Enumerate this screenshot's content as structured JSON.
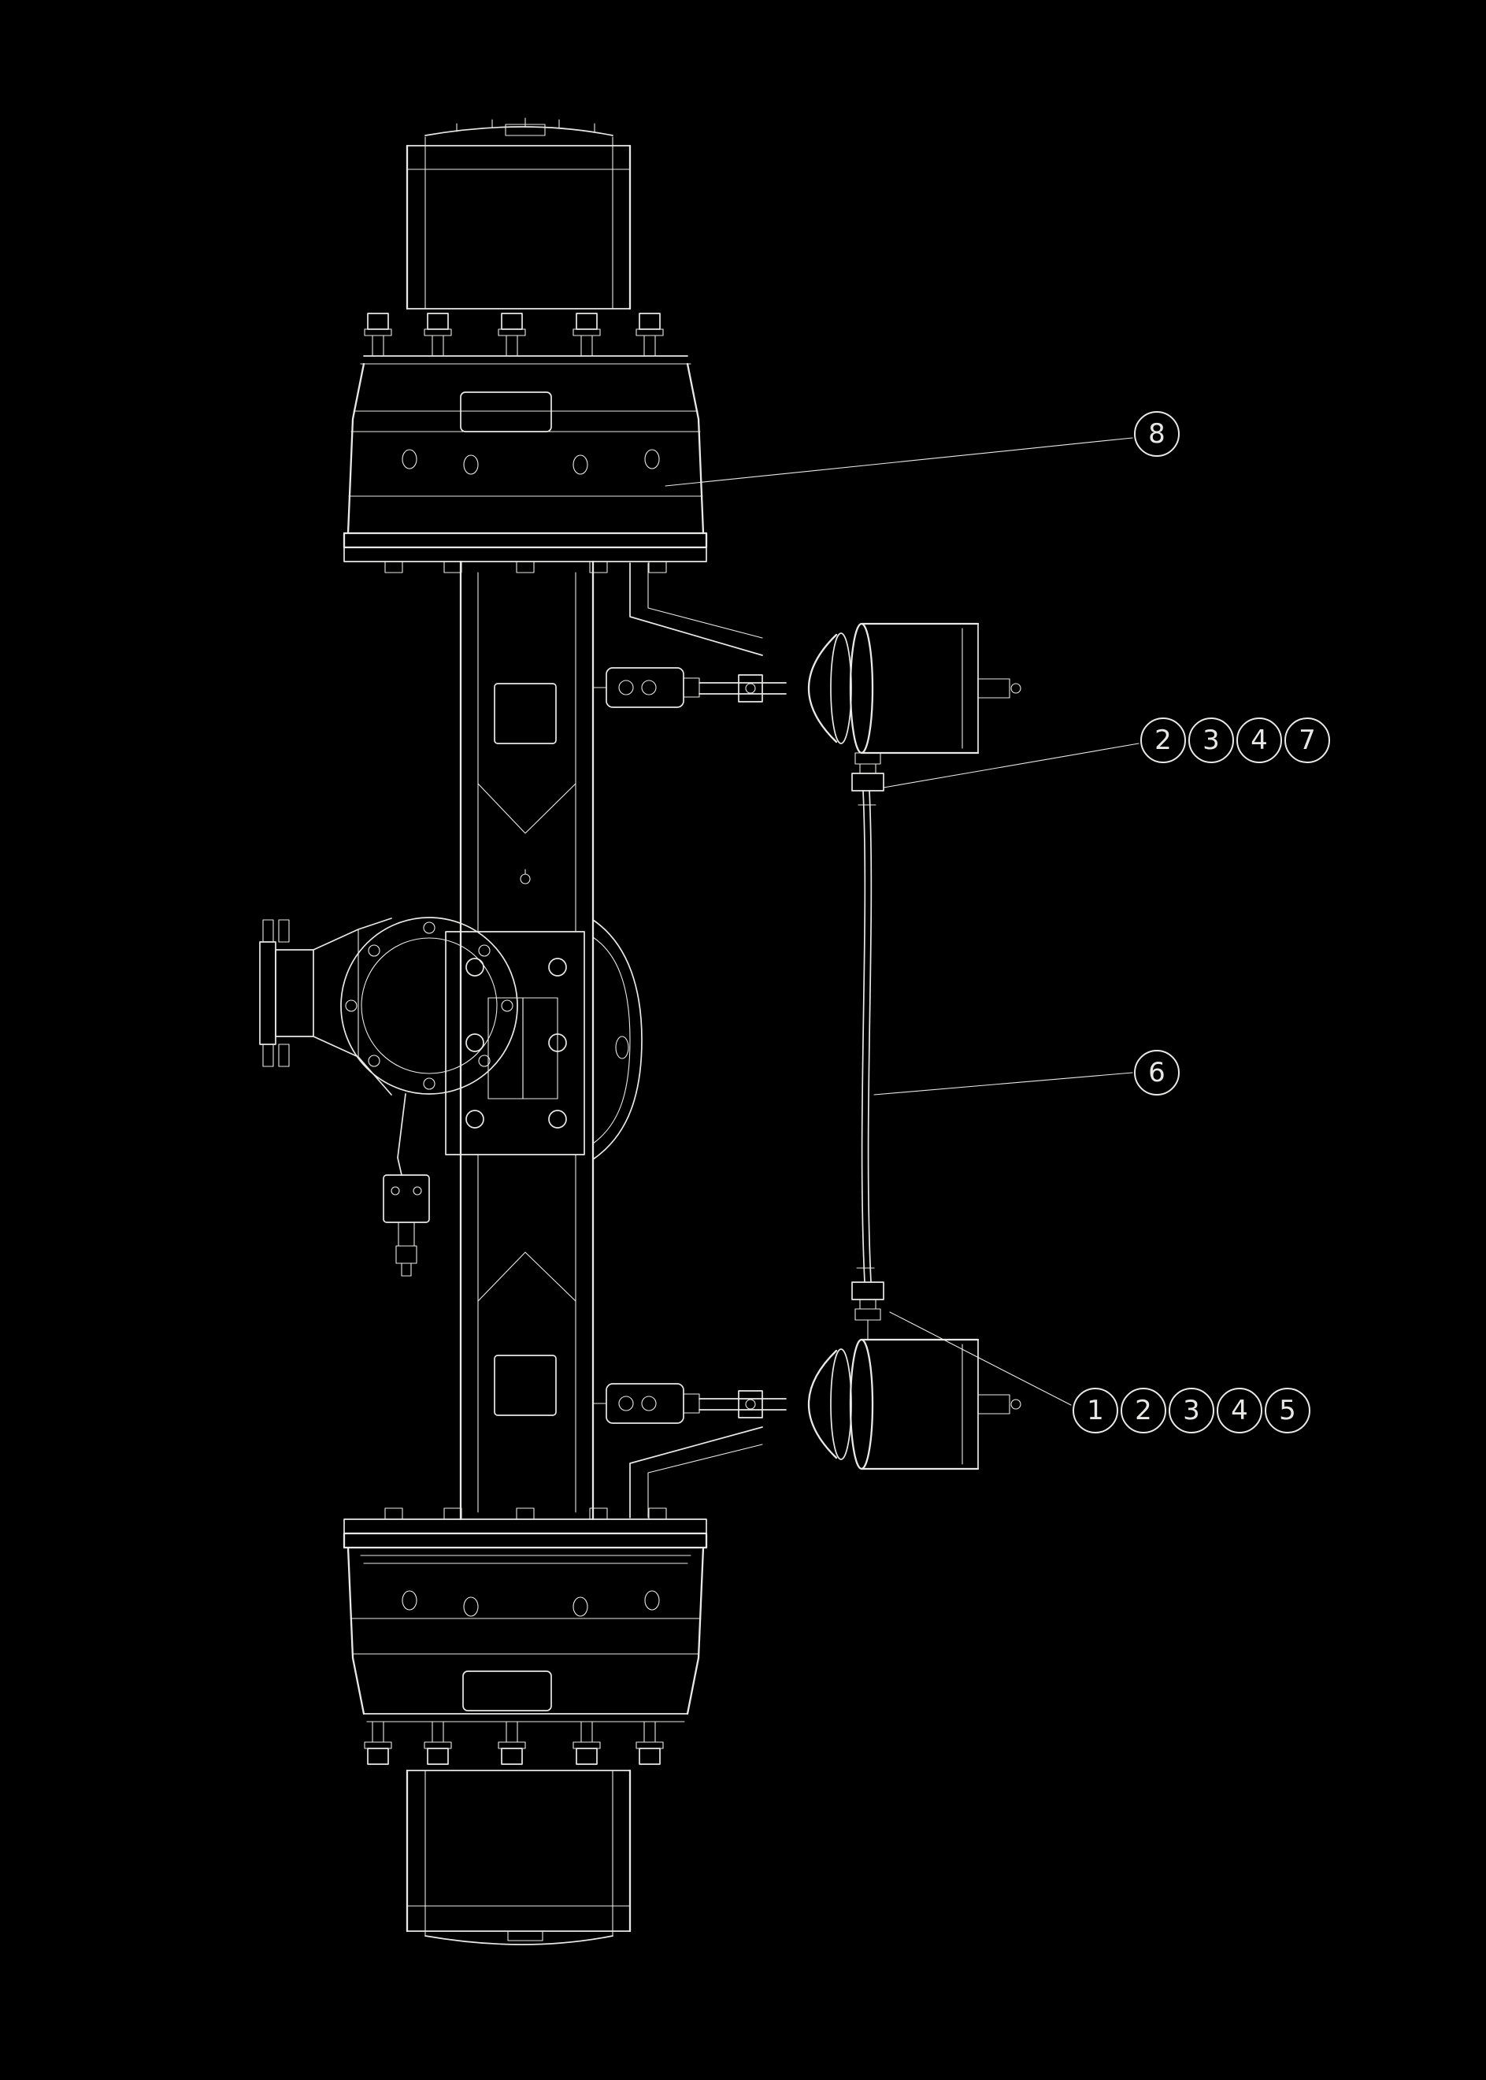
{
  "diagram": {
    "background_color": "#000000",
    "line_color": "#e8e8e6",
    "callouts": {
      "drum": {
        "labels": [
          "8"
        ]
      },
      "upper_hose_fitting": {
        "labels": [
          "2",
          "3",
          "4",
          "7"
        ]
      },
      "hose": {
        "labels": [
          "6"
        ]
      },
      "lower_hose_fitting": {
        "labels": [
          "1",
          "2",
          "3",
          "4",
          "5"
        ]
      }
    }
  }
}
